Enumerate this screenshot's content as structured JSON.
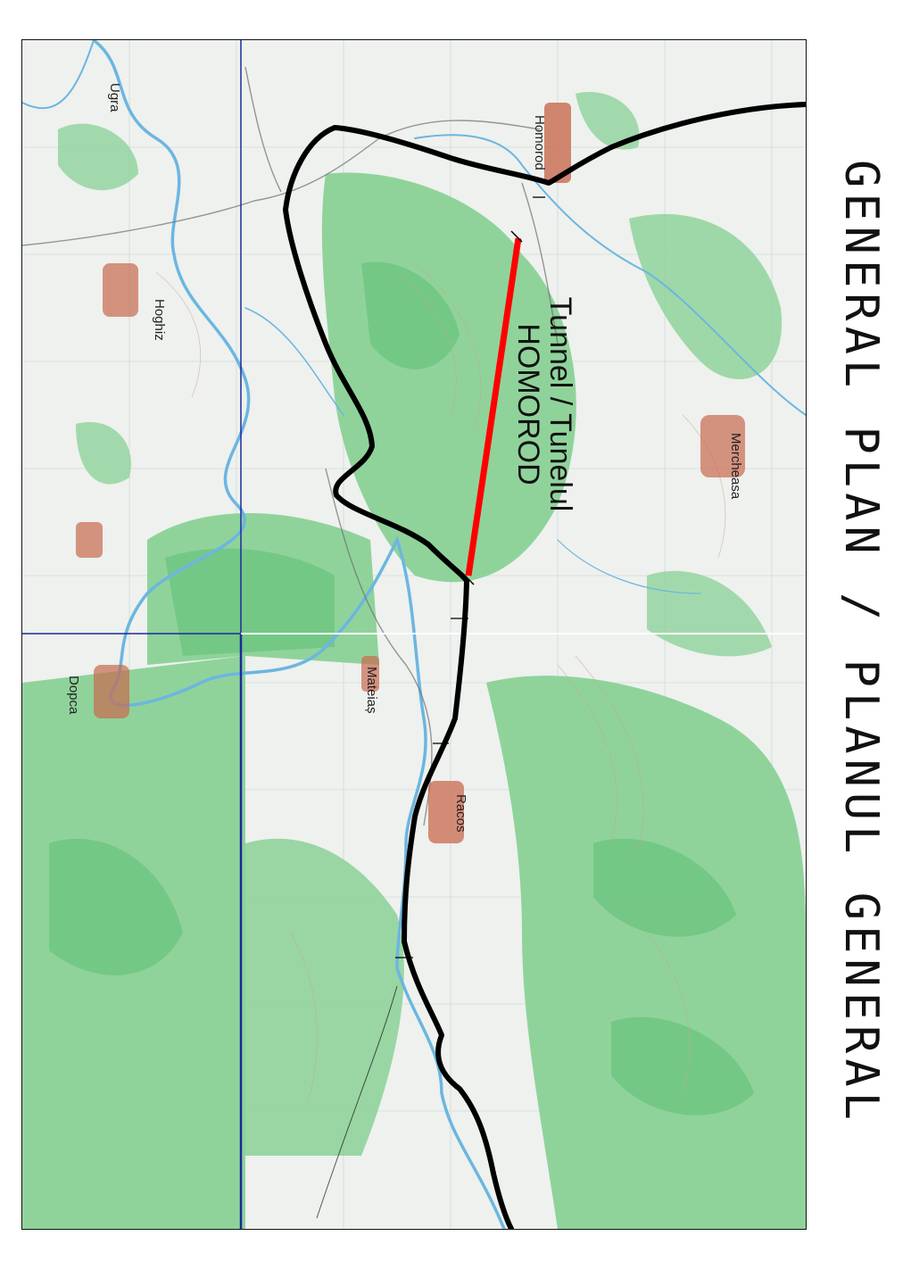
{
  "title": "GENERAL PLAN / PLANUL GENERAL",
  "tunnel": {
    "line1": "Tunnel / Tunelul",
    "line2": "HOMOROD"
  },
  "places": {
    "homorod": "Homorod",
    "ugra": "Ugra",
    "hoghiz": "Hoghiz",
    "mercheasa": "Mercheasa",
    "racos": "Racos",
    "dopca": "Dopca",
    "mateias": "Mateiaș"
  },
  "colors": {
    "forest": "#8fd39b",
    "forest_dark": "#5fbf73",
    "terrain": "#eef1ee",
    "river": "#6cb6e0",
    "route": "#000000",
    "tunnel": "#ff0000",
    "sheet_border": "#1a2a9a",
    "contour": "#c9a58a"
  },
  "icons": [
    "north-arrow-icon"
  ]
}
